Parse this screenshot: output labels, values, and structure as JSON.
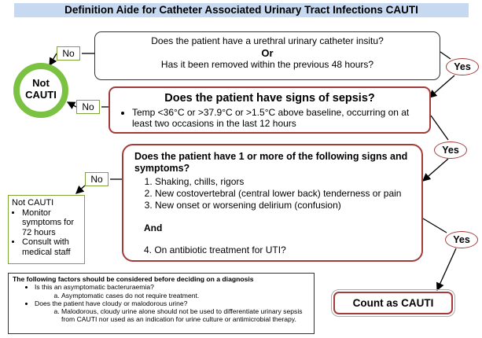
{
  "title": "Definition Aide for Catheter Associated Urinary Tract Infections CAUTI",
  "q1": {
    "line1": "Does the patient have a urethral urinary catheter insitu?",
    "or": "Or",
    "line2": "Has it been removed within the previous 48 hours?"
  },
  "q2": {
    "heading": "Does the patient have signs of sepsis?",
    "bullets": [
      "Temp <36°C or >37.9°C or >1.5°C above baseline, occurring on at least two occasions in the last 12 hours"
    ]
  },
  "q3": {
    "heading": "Does the patient have 1 or more of the following signs and symptoms?",
    "items": [
      "Shaking, chills, rigors",
      "New costovertebral (central lower back) tenderness or pain",
      "New onset or worsening delirium (confusion)"
    ],
    "and": "And",
    "item4": "4. On antibiotic treatment for UTI?"
  },
  "labels": {
    "no": "No",
    "yes": "Yes"
  },
  "not_cauti_badge": {
    "line1": "Not",
    "line2": "CAUTI"
  },
  "not_cauti_box": {
    "title": "Not CAUTI",
    "bullets": [
      "Monitor symptoms for 72 hours",
      "Consult with medical staff"
    ]
  },
  "factors": {
    "heading": "The following factors should be considered before deciding on a diagnosis",
    "q_a": "Is this an asymptomatic bacteruraemia?",
    "q_a_sub": "Asymptomatic cases do not require treatment.",
    "q_b": "Does the patient have cloudy or malodorous urine?",
    "q_b_sub": "Malodorous, cloudy urine alone should not be used to differentiate urinary sepsis from CAUTI nor used as an indication for urine culture or antimicrobial therapy."
  },
  "count": "Count as CAUTI",
  "colors": {
    "title_bg": "#c6d9f1",
    "red_border": "#a33b3b",
    "green": "#7bc142",
    "green_border": "#7da33a"
  }
}
